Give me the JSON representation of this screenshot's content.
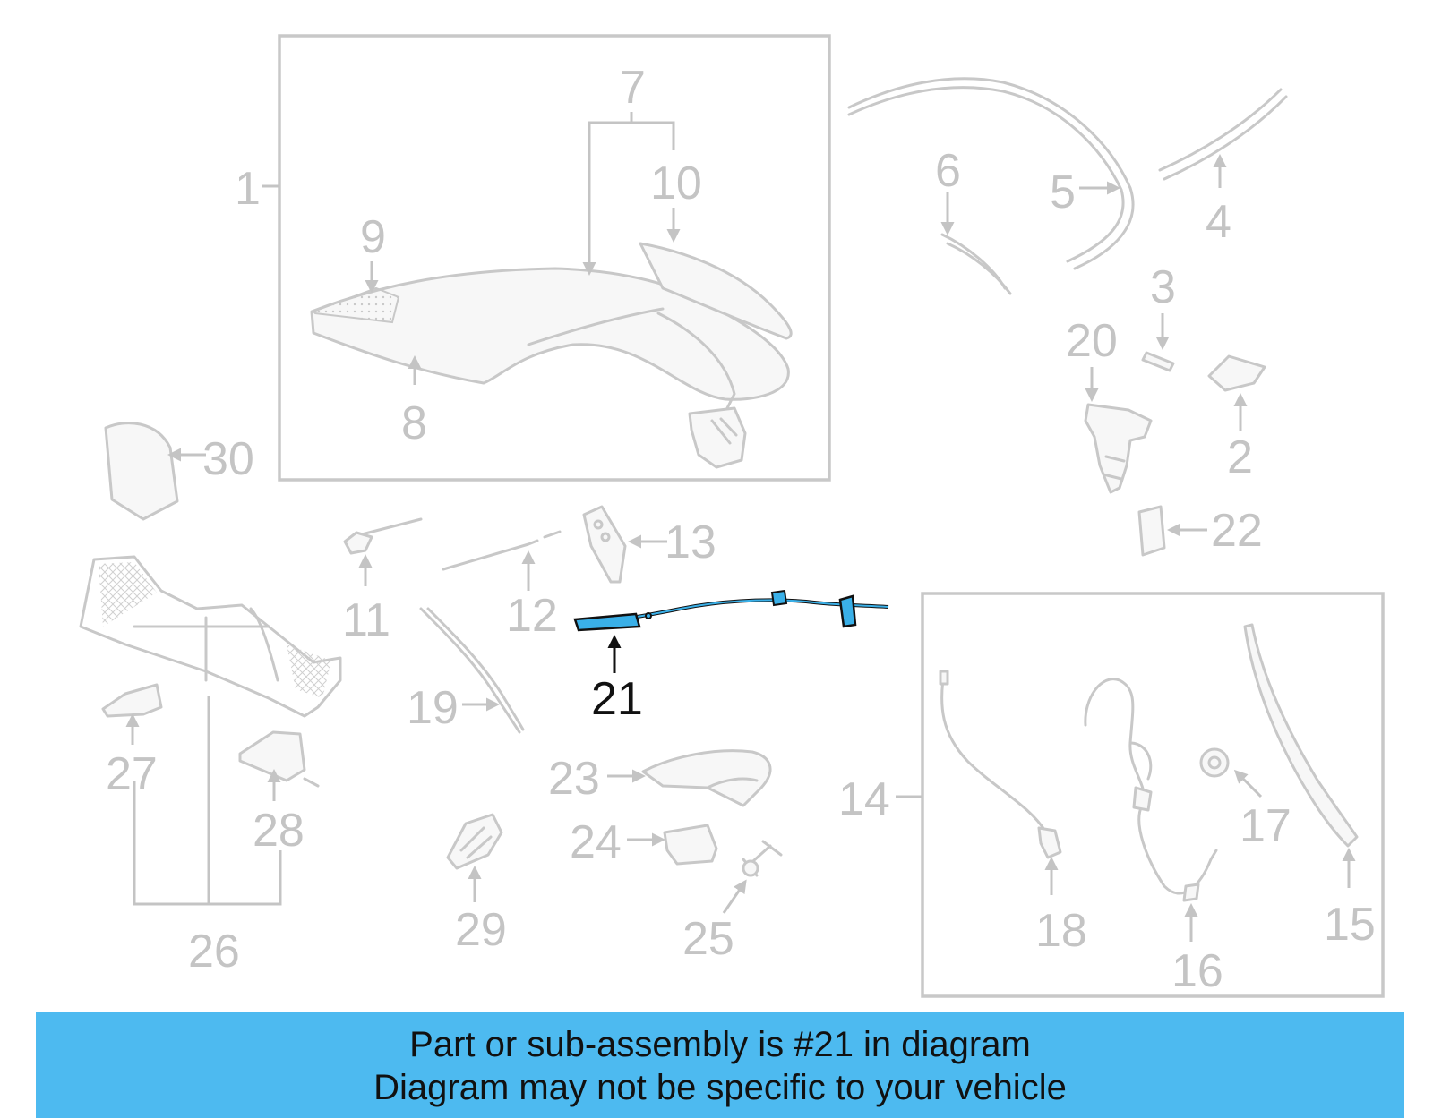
{
  "colors": {
    "banner_bg": "#4dbaf0",
    "part_gray": "#c8c8c8",
    "highlight": "#3ab0e8",
    "active_text": "#111111"
  },
  "callouts": [
    "1",
    "2",
    "3",
    "4",
    "5",
    "6",
    "7",
    "8",
    "9",
    "10",
    "11",
    "12",
    "13",
    "14",
    "15",
    "16",
    "17",
    "18",
    "19",
    "20",
    "21",
    "22",
    "23",
    "24",
    "25",
    "26",
    "27",
    "28",
    "29",
    "30"
  ],
  "highlighted_part": "21",
  "banner": {
    "line1": "Part or sub-assembly is #21 in diagram",
    "line2": "Diagram may not be specific to your vehicle"
  }
}
